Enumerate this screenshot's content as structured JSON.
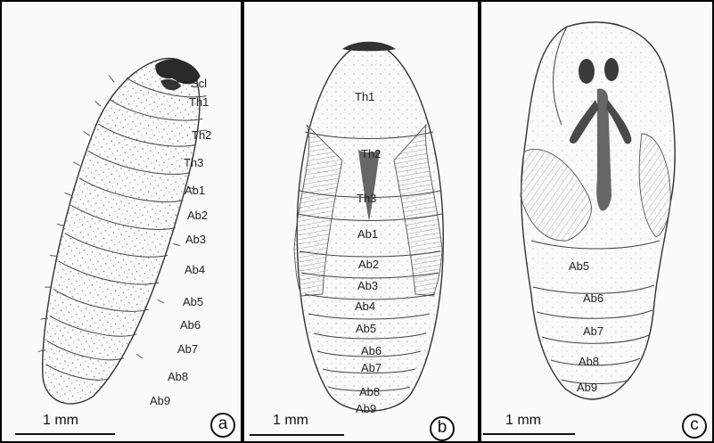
{
  "figure": {
    "panel_a": {
      "labels": [
        "Scl",
        "Th1",
        "Th2",
        "Th3",
        "Ab1",
        "Ab2",
        "Ab3",
        "Ab4",
        "Ab5",
        "Ab6",
        "Ab7",
        "Ab8",
        "Ab9"
      ],
      "scale": "1 mm",
      "badge": "a"
    },
    "panel_b": {
      "labels": [
        "Th1",
        "Th2",
        "Th3",
        "Ab1",
        "Ab2",
        "Ab3",
        "Ab4",
        "Ab5",
        "Ab6",
        "Ab7",
        "Ab8",
        "Ab9"
      ],
      "scale": "1 mm",
      "badge": "b"
    },
    "panel_c": {
      "labels": [
        "Ab5",
        "Ab6",
        "Ab7",
        "Ab8",
        "Ab9"
      ],
      "scale": "1 mm",
      "badge": "c"
    }
  }
}
